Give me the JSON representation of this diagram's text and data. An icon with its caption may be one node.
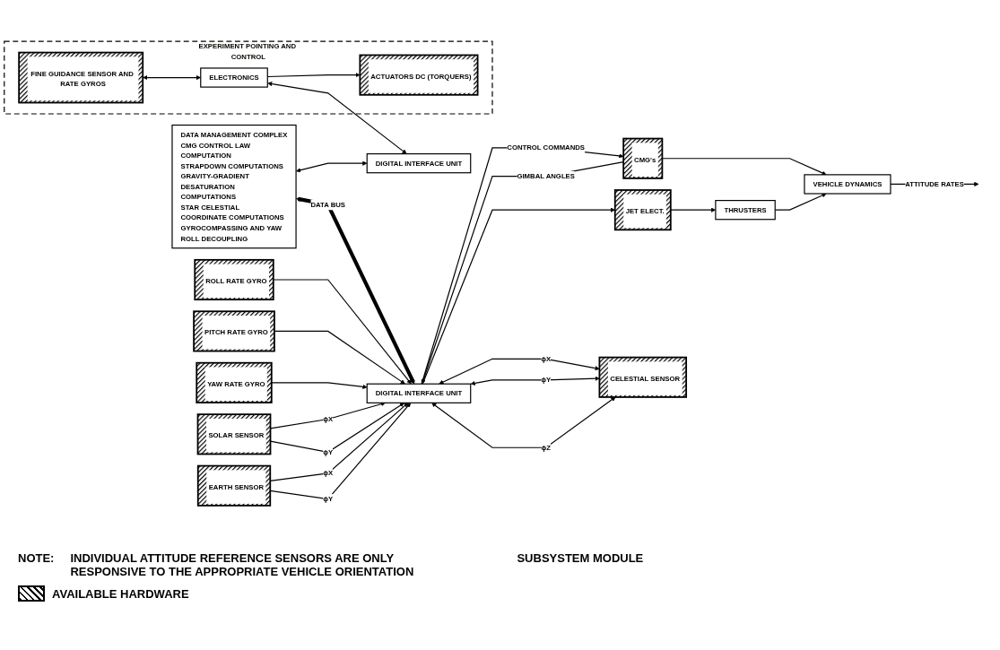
{
  "diagram": {
    "nodes": [
      {
        "text": [
          "DATA MANAGEMENT COMPLEX",
          "CMG CONTROL LAW COMPUTATION",
          "STRAPDOWN COMPUTATIONS",
          "GRAVITY-GRADIENT DESATURATION COMPUTATIONS",
          "STAR CELESTIAL COORDINATE COMPUTATIONS",
          "GYROCOMPASSING AND YAW ROLL DECOUPLING"
        ]
      },
      {
        "text": [
          "EXPERIMENT POINTING AND CONTROL"
        ]
      },
      {
        "text": [
          "FINE GUIDANCE SENSOR AND RATE GYROS"
        ],
        "in": 1
      },
      {
        "text": [
          "ELECTRONICS"
        ],
        "in": 1
      },
      {
        "text": [
          "ACTUATORS DC (TORQUERS)"
        ],
        "in": 1
      },
      {
        "text": [
          "DIGITAL INTERFACE UNIT"
        ]
      },
      {
        "text": [
          "ROLL RATE GYRO"
        ]
      },
      {
        "text": [
          "PITCH RATE GYRO"
        ]
      },
      {
        "text": [
          "YAW RATE GYRO"
        ]
      },
      {
        "text": [
          "DIGITAL INTERFACE UNIT"
        ]
      },
      {
        "text": [
          "CMG's"
        ]
      },
      {
        "text": [
          "VEHICLE DYNAMICS"
        ]
      },
      {
        "text": [
          "JET ELECT."
        ]
      },
      {
        "text": [
          "THRUSTERS"
        ]
      },
      {
        "text": [
          "CELESTIAL SENSOR"
        ]
      },
      {
        "text": [
          "SOLAR SENSOR"
        ]
      },
      {
        "text": [
          "EARTH SENSOR"
        ]
      }
    ],
    "edges": [
      {
        "from": 2,
        "to": 3,
        "arrow": "both"
      },
      {
        "from": 3,
        "to": 4,
        "arrow": "to"
      },
      {
        "from": 3,
        "to": 5,
        "arrow": "both"
      },
      {
        "from": 0,
        "to": 5,
        "arrow": "both"
      },
      {
        "from": 0,
        "to": 9,
        "arrow": "both",
        "label": "DATA BUS",
        "style": "thick"
      },
      {
        "from": 6,
        "to": 9,
        "arrow": "to"
      },
      {
        "from": 7,
        "to": 9,
        "arrow": "to"
      },
      {
        "from": 8,
        "to": 9,
        "arrow": "to"
      },
      {
        "from": 9,
        "to": 10,
        "arrow": "to",
        "label": "CONTROL COMMANDS"
      },
      {
        "from": 10,
        "to": 9,
        "arrow": "to",
        "label": "GIMBAL ANGLES"
      },
      {
        "from": 9,
        "to": 12,
        "arrow": "to"
      },
      {
        "from": 10,
        "to": 11,
        "arrow": "to"
      },
      {
        "from": 12,
        "to": 13,
        "arrow": "to"
      },
      {
        "from": 13,
        "to": 11,
        "arrow": "to"
      },
      {
        "from": 11,
        "to": null,
        "arrow": "to",
        "label": "ATTITUDE RATES"
      },
      {
        "from": 9,
        "to": 14,
        "arrow": "both",
        "label": "ϕX"
      },
      {
        "from": 9,
        "to": 14,
        "arrow": "both",
        "label": "ϕY"
      },
      {
        "from": 9,
        "to": 14,
        "arrow": "both",
        "label": "ϕZ"
      },
      {
        "from": 15,
        "to": 9,
        "arrow": "to",
        "label": "ϕX"
      },
      {
        "from": 15,
        "to": 9,
        "arrow": "to",
        "label": "ϕY"
      },
      {
        "from": 16,
        "to": 9,
        "arrow": "to",
        "label": "ϕX"
      },
      {
        "from": 16,
        "to": 9,
        "arrow": "to",
        "label": "ϕY"
      }
    ],
    "labels": [
      "NOTE:",
      "INDIVIDUAL ATTITUDE REFERENCE SENSORS ARE ONLY RESPONSIVE TO THE APPROPRIATE VEHICLE ORIENTATION",
      "SUBSYSTEM MODULE"
    ],
    "legend": [
      {
        "text": "AVAILABLE HARDWARE"
      }
    ]
  }
}
